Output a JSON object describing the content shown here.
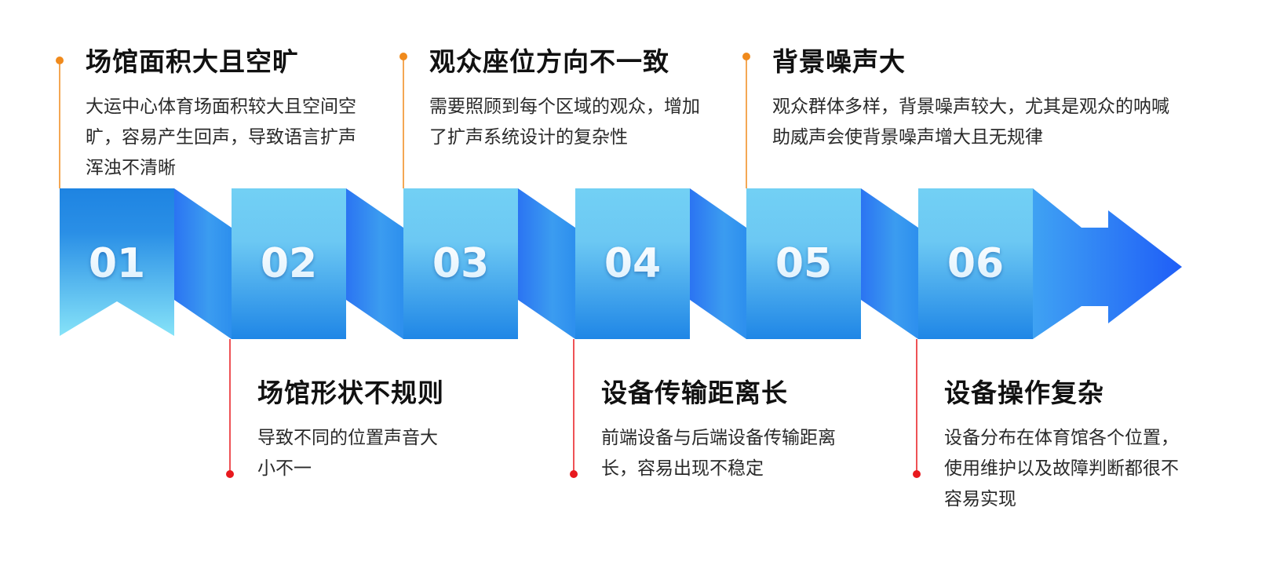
{
  "steps": [
    {
      "num": "01",
      "title": "场馆面积大且空旷",
      "desc": "大运中心体育场面积较大且空间空旷，容易产生回声，导致语言扩声浑浊不清晰",
      "position": "top"
    },
    {
      "num": "02",
      "title": "场馆形状不规则",
      "desc": "导致不同的位置声音大小不一",
      "position": "bottom"
    },
    {
      "num": "03",
      "title": "观众座位方向不一致",
      "desc": "需要照顾到每个区域的观众，增加了扩声系统设计的复杂性",
      "position": "top"
    },
    {
      "num": "04",
      "title": "设备传输距离长",
      "desc": "前端设备与后端设备传输距离长，容易出现不稳定",
      "position": "bottom"
    },
    {
      "num": "05",
      "title": "背景噪声大",
      "desc": "观众群体多样，背景噪声较大，尤其是观众的呐喊助威声会使背景噪声增大且无规律",
      "position": "top"
    },
    {
      "num": "06",
      "title": "设备操作复杂",
      "desc": "设备分布在体育馆各个位置，使用维护以及故障判断都很不容易实现",
      "position": "bottom"
    }
  ],
  "colors": {
    "top_connector": "#f08a1c",
    "bottom_connector": "#e8191e",
    "box_top": "#72d0f4",
    "box_bottom": "#1f86e6",
    "fold": "#2f8df0",
    "arrow": "#1e6ef5",
    "number_text": "#ffffff"
  }
}
